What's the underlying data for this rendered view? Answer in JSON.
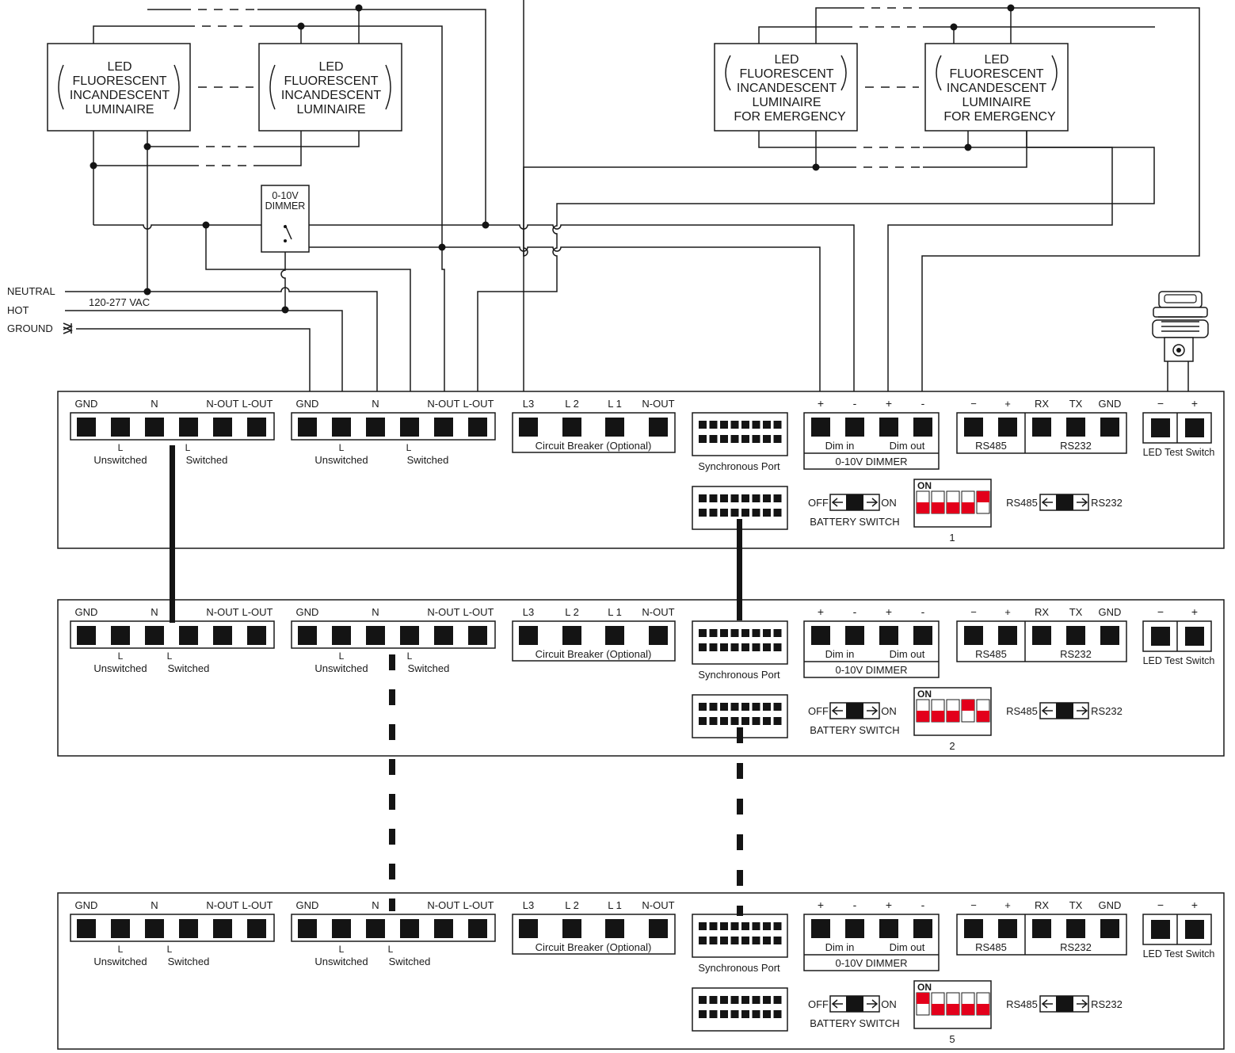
{
  "colors": {
    "ink": "#141414",
    "dip_on": "#e3001b",
    "background": "#ffffff"
  },
  "luminaires": {
    "standard_lines": [
      "LED",
      "FLUORESCENT",
      "INCANDESCENT",
      "LUMINAIRE"
    ],
    "emergency_lines": [
      "LED",
      "FLUORESCENT",
      "INCANDESCENT",
      "LUMINAIRE",
      "FOR EMERGENCY"
    ]
  },
  "dimmer": {
    "line1": "0-10V",
    "line2": "DIMMER"
  },
  "mains": {
    "neutral": "NEUTRAL",
    "hot": "HOT",
    "ground": "GROUND",
    "voltage": "120-277 VAC"
  },
  "module": {
    "terminal_headers": [
      "GND",
      "N",
      "N-OUT",
      "L-OUT"
    ],
    "unswitched": {
      "l": "L",
      "text": "Unswitched"
    },
    "switched": {
      "l": "L",
      "text": "Switched"
    },
    "breaker_headers": [
      "L3",
      "L 2",
      "L 1",
      "N-OUT"
    ],
    "breaker_caption": "Circuit Breaker (Optional)",
    "sync_port": "Synchronous Port",
    "dimmer_signs": [
      "+",
      "-",
      "+",
      "-"
    ],
    "dim_in": "Dim in",
    "dim_out": "Dim out",
    "dimmer_caption": "0-10V DIMMER",
    "comm_headers": [
      "−",
      "+",
      "RX",
      "TX",
      "GND"
    ],
    "rs485": "RS485",
    "rs232": "RS232",
    "led_signs": [
      "−",
      "+"
    ],
    "led_caption": "LED Test Switch",
    "battery_off": "OFF",
    "battery_on": "ON",
    "battery_caption": "BATTERY SWITCH",
    "dip_on_label": "ON",
    "selector_left": "RS485",
    "selector_right": "RS232"
  },
  "units": [
    {
      "address": "1",
      "dip_up": [
        false,
        false,
        false,
        false,
        true
      ]
    },
    {
      "address": "2",
      "dip_up": [
        false,
        false,
        false,
        true,
        false
      ]
    },
    {
      "address": "5",
      "dip_up": [
        true,
        false,
        false,
        false,
        false
      ]
    }
  ]
}
